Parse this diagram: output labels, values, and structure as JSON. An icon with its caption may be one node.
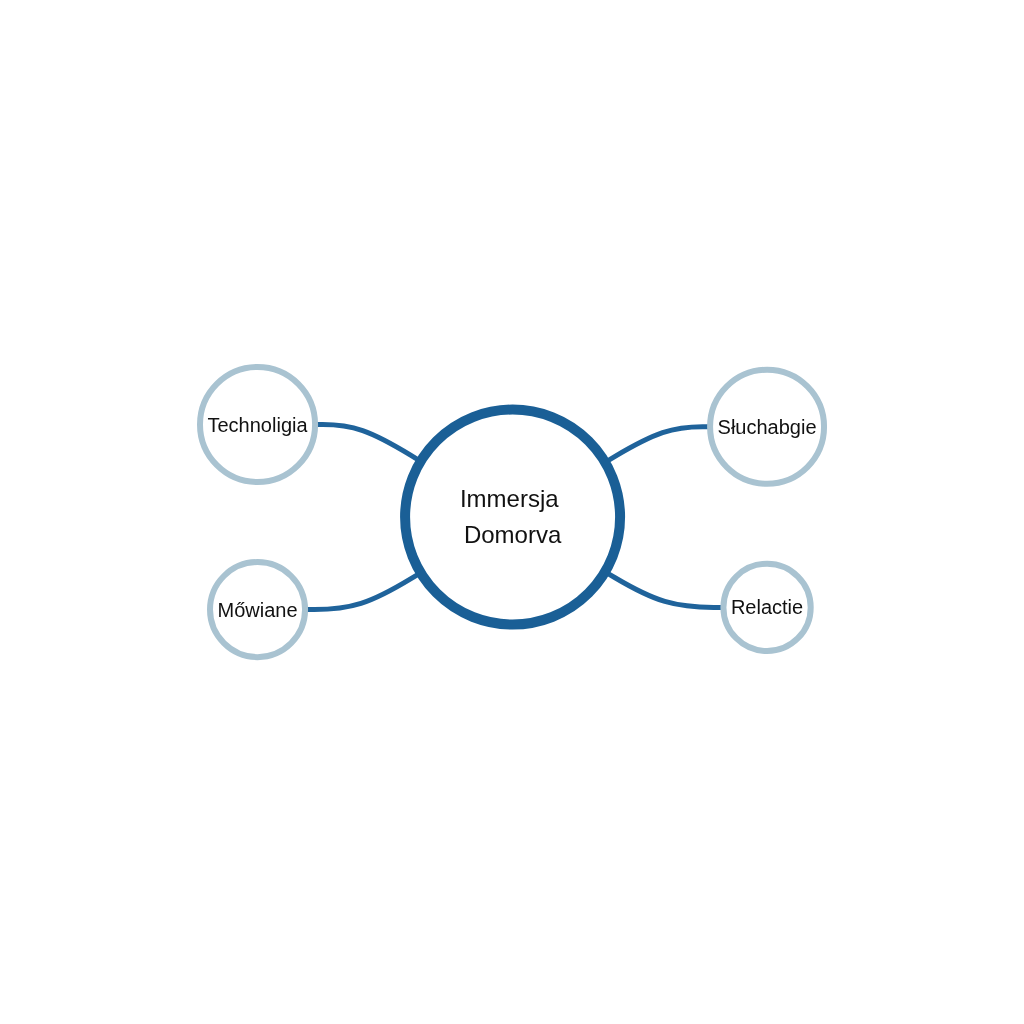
{
  "diagram": {
    "nodes": [
      {
        "text": [
          "Technoligia"
        ]
      },
      {
        "text": [
          "Słuchabgie"
        ]
      },
      {
        "text": [
          "Immersja Domorva"
        ]
      },
      {
        "text": [
          "Mőwiane"
        ]
      },
      {
        "text": [
          "Relactie"
        ]
      }
    ],
    "edges": [
      {
        "from": 0,
        "to": 2,
        "arrow": "none"
      },
      {
        "from": 2,
        "to": 1,
        "arrow": "none"
      },
      {
        "from": 3,
        "to": 2,
        "arrow": "none"
      },
      {
        "from": 2,
        "to": 4,
        "arrow": "none"
      }
    ]
  }
}
